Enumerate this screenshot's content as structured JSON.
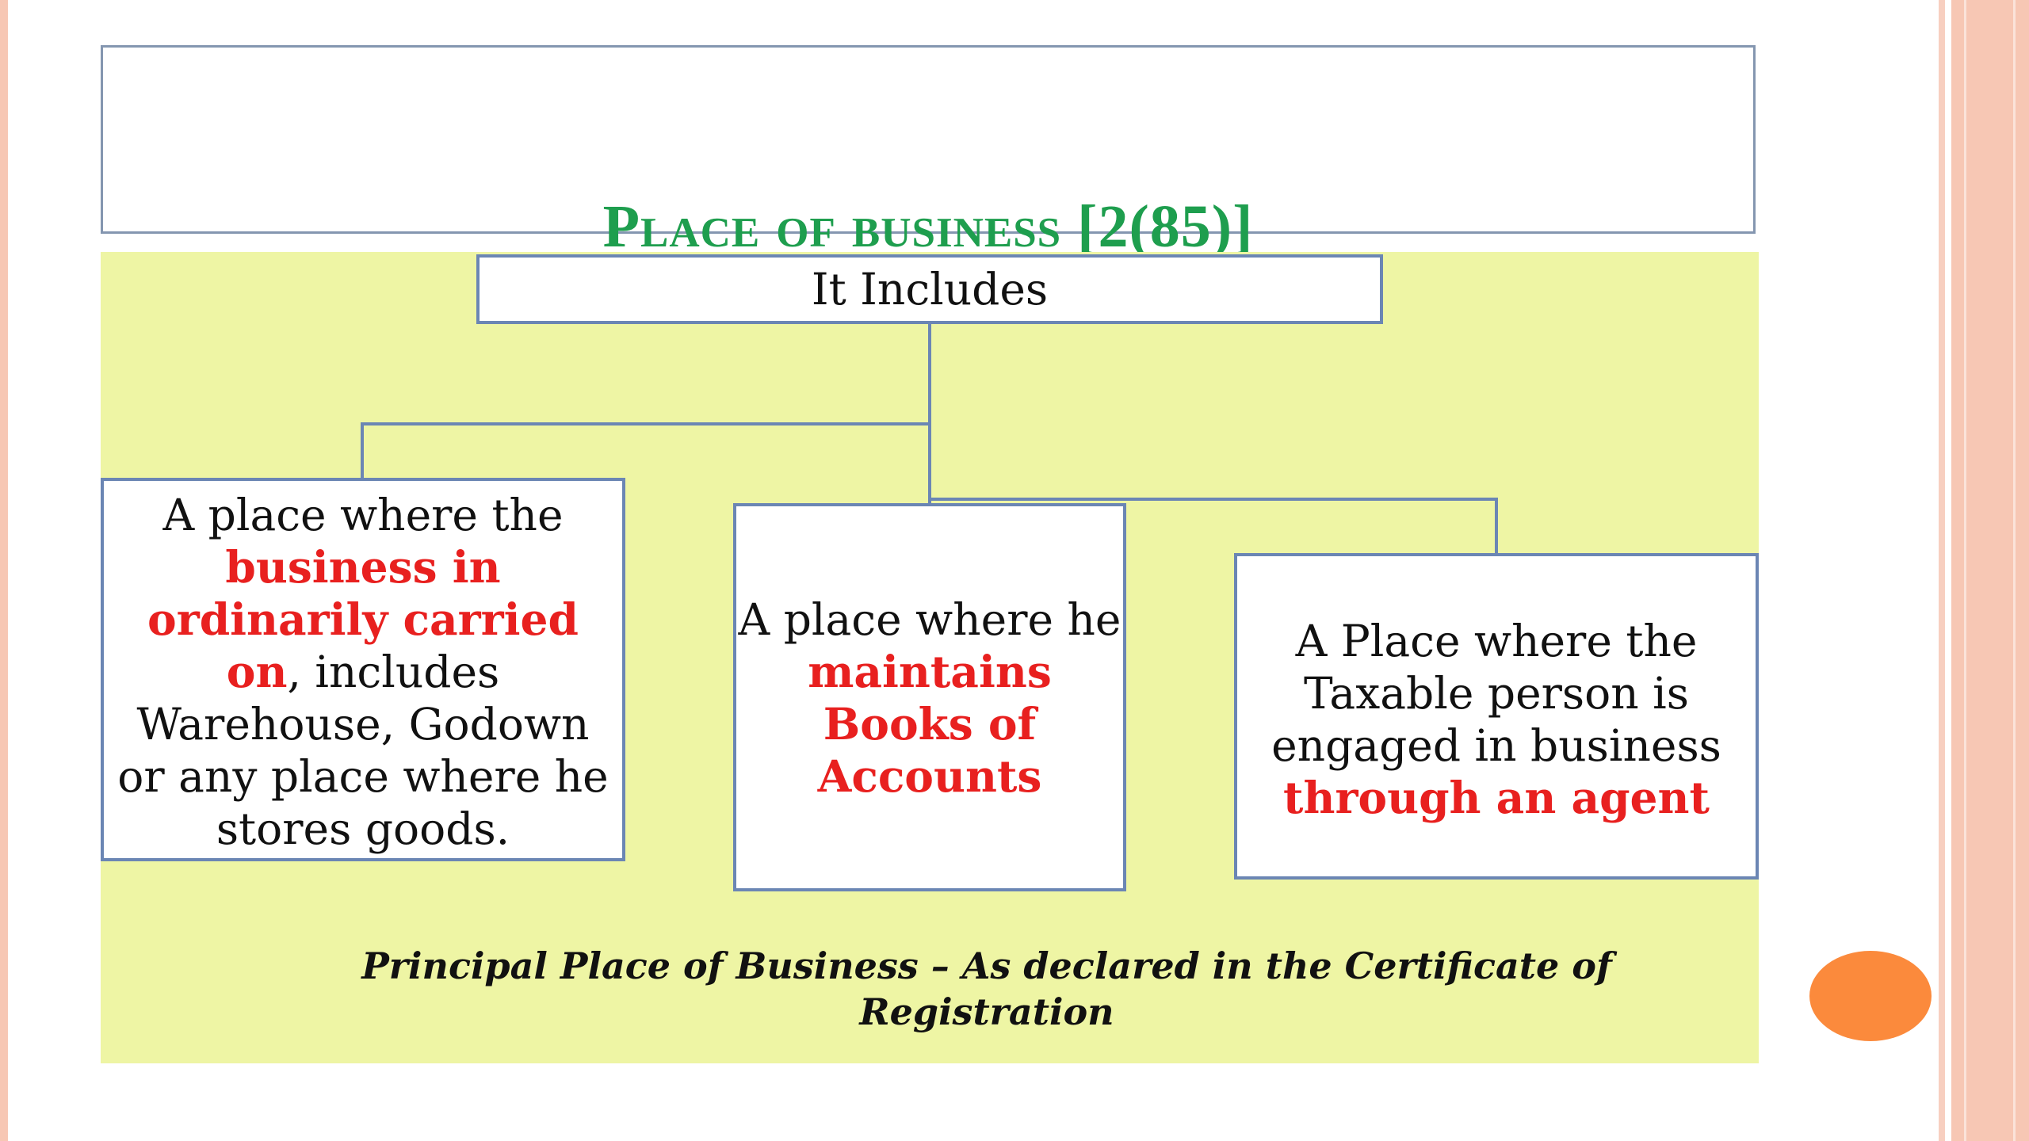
{
  "slide": {
    "title": "Place of business [2(85)]",
    "root_label": "It Includes",
    "box_a": {
      "text_1": "A place where the",
      "red_1": "business in",
      "red_2": "ordinarily carried",
      "red_3": "on",
      "text_2": ", includes",
      "text_3": "Warehouse, Godown",
      "text_4": "or any place where he",
      "text_5": "stores goods."
    },
    "box_b": {
      "text_1": "A place where he",
      "red_1": "maintains",
      "red_2": "Books of",
      "red_3": "Accounts"
    },
    "box_c": {
      "text_1": "A Place where the",
      "text_2": "Taxable person is",
      "text_3": "engaged in business",
      "red_1": "through an agent"
    },
    "footer_line_1": "Principal Place of Business – As declared in the Certificate of",
    "footer_line_2": "Registration"
  },
  "colors": {
    "title": "#1e9e4e",
    "highlight": "#e8201f",
    "panel": "#eef5a4",
    "box_border": "#6b86b4",
    "accent_dot": "#fb8a3c"
  }
}
